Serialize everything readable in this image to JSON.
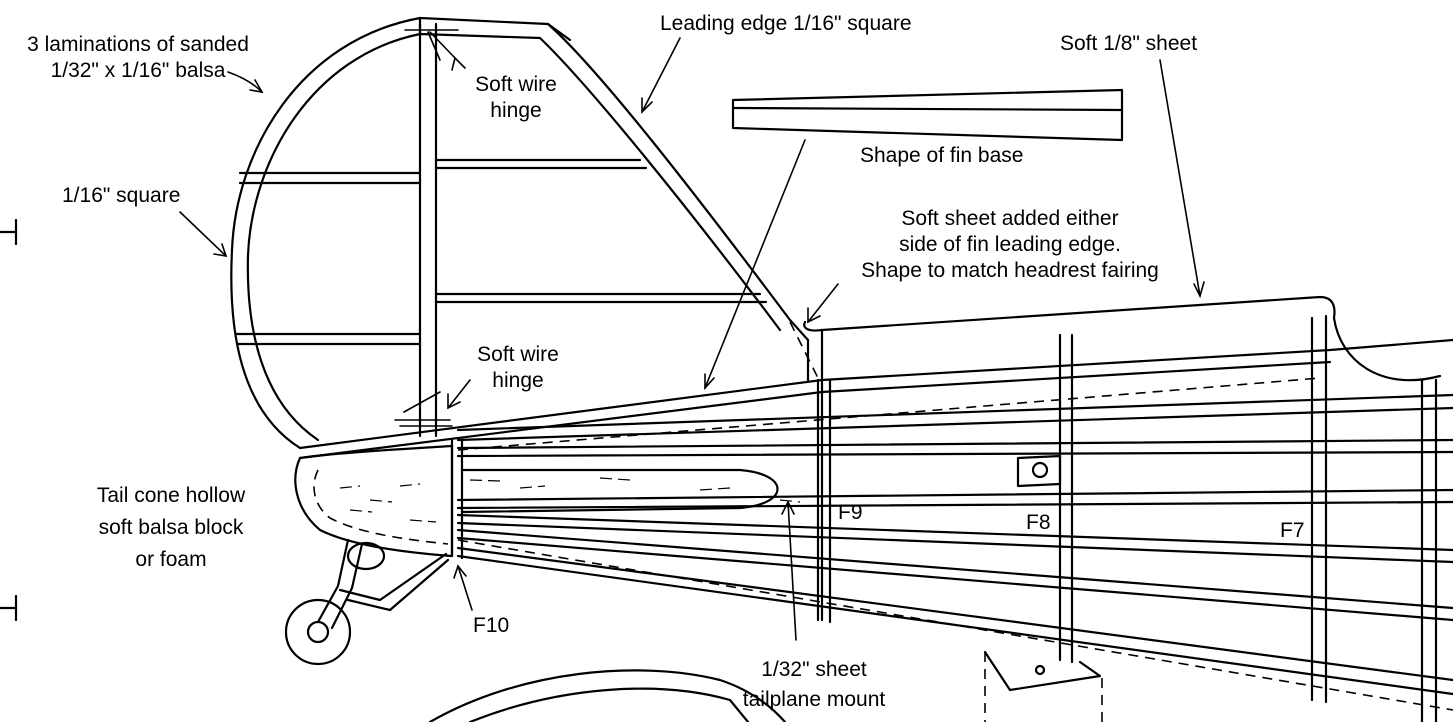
{
  "labels": {
    "laminations": [
      "3 laminations of sanded",
      "1/32\" x 1/16\" balsa"
    ],
    "leading_edge": "Leading edge 1/16\" square",
    "soft_sheet_eighth": "Soft 1/8\" sheet",
    "hinge_top": [
      "Soft wire",
      "hinge"
    ],
    "fin_base_shape": "Shape of fin base",
    "sixteenth_square": "1/16\" square",
    "soft_sheet_added": [
      "Soft sheet added either",
      "side of fin leading edge.",
      "Shape to match headrest fairing"
    ],
    "hinge_bottom": [
      "Soft wire",
      "hinge"
    ],
    "tail_cone": [
      "Tail cone hollow",
      "soft balsa block",
      "or foam"
    ],
    "f9": "F9",
    "f8": "F8",
    "f7": "F7",
    "f10": "F10",
    "tailplane_mount": [
      "1/32\" sheet",
      "tailplane mount"
    ]
  }
}
